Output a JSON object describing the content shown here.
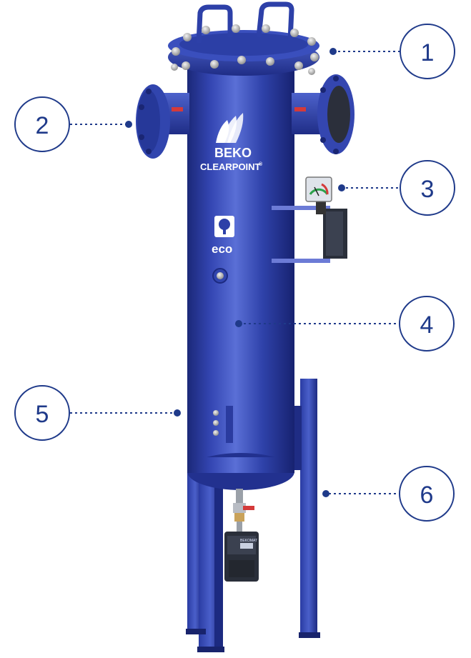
{
  "product": {
    "brand": "BEKO",
    "model": "CLEARPOINT",
    "registered_mark": "®",
    "eco_label": "eco"
  },
  "callouts": [
    {
      "number": "1"
    },
    {
      "number": "2"
    },
    {
      "number": "3"
    },
    {
      "number": "4"
    },
    {
      "number": "5"
    },
    {
      "number": "6"
    }
  ],
  "colors": {
    "body_blue": "#2d40a8",
    "body_highlight": "#5568cf",
    "body_shadow": "#1b2878",
    "callout_blue": "#1f3a8a",
    "dot_line": "#1f3a8a",
    "drain_dark": "#2a2f3a"
  },
  "icons": [
    "tree-logo-icon",
    "wave-logo-icon",
    "pressure-gauge-icon"
  ]
}
